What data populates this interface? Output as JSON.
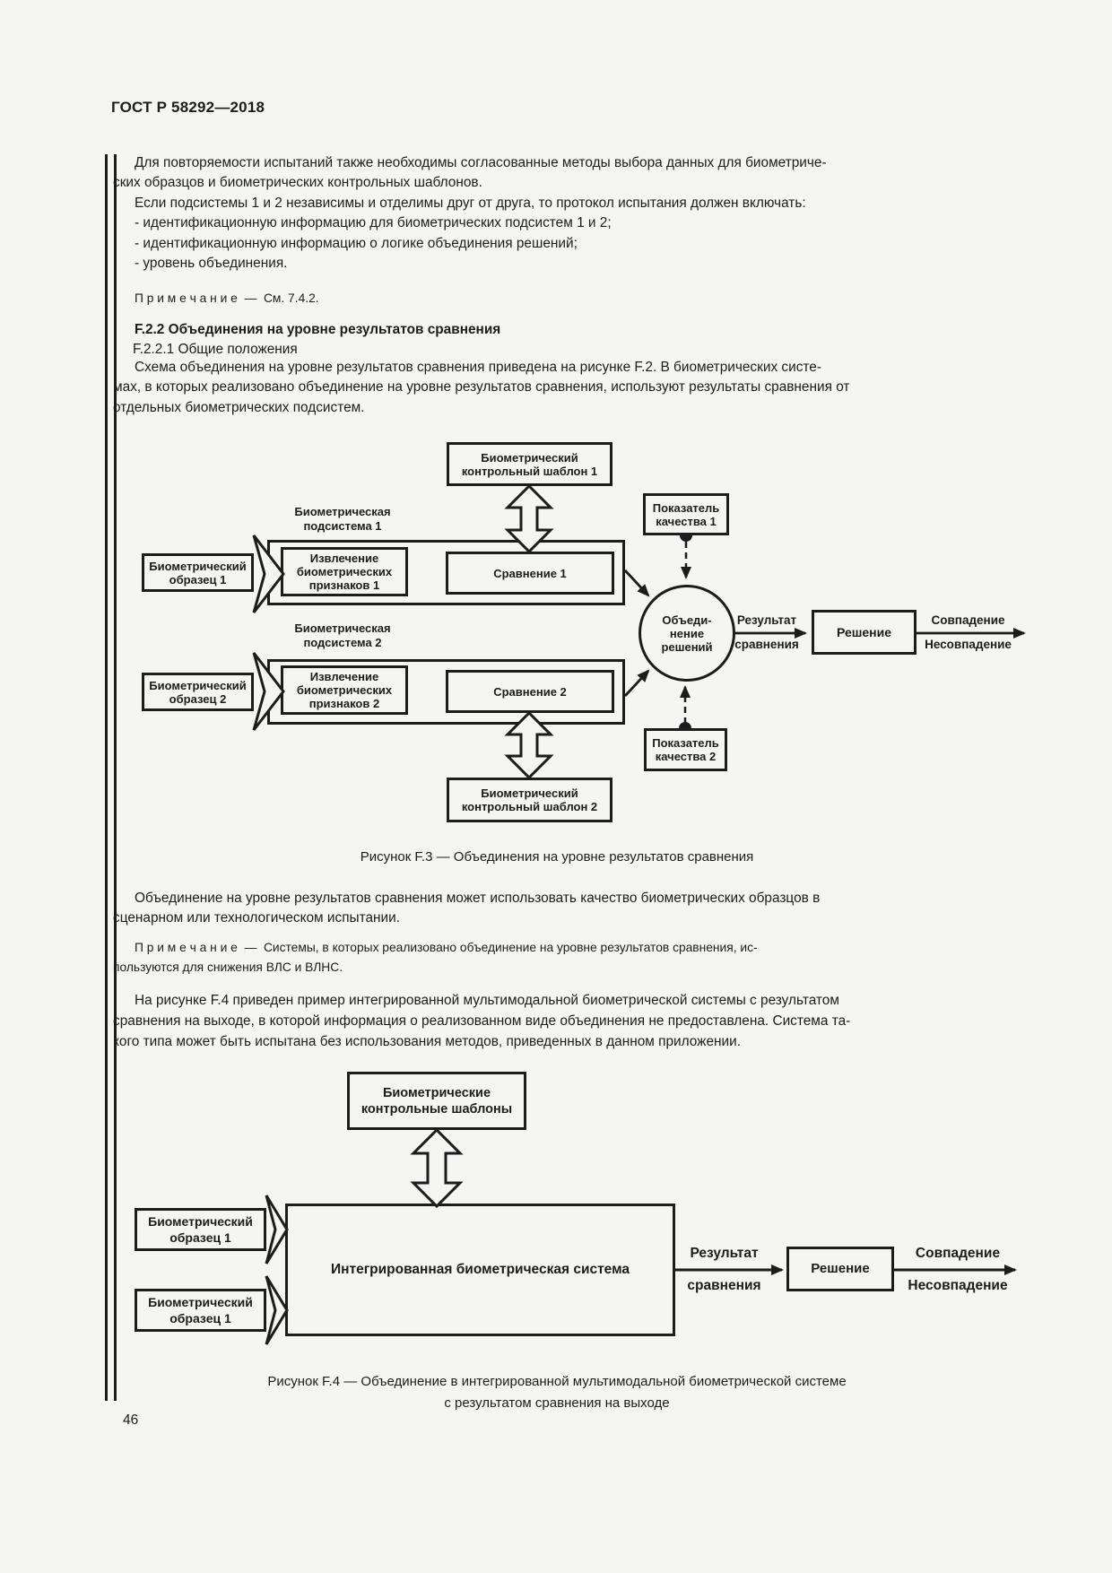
{
  "colors": {
    "paper": "#f5f5f3",
    "ink": "#1c1c1c"
  },
  "header": {
    "standard_code": "ГОСТ Р 58292—2018",
    "page_number": "46"
  },
  "text": {
    "p1": [
      "Для повторяемости испытаний также необходимы согласованные методы выбора данных для биометриче-",
      "ских образцов и биометрических контрольных шаблонов."
    ],
    "p2_and_bullets": [
      "Если подсистемы 1 и 2 независимы и отделимы друг от друга, то протокол испытания должен включать:",
      "- идентификационную информацию для биометрических подсистем 1 и 2;",
      "- идентификационную информацию о логике объединения решений;",
      "- уровень объединения."
    ],
    "note1": "П р и м е ч а н и е  —  См. 7.4.2.",
    "heading_f22": "F.2.2 Объединения на уровне результатов сравнения",
    "heading_f221": "F.2.2.1 Общие положения",
    "p3": [
      "Схема объединения на уровне результатов сравнения приведена на рисунке F.2. В биометрических систе-",
      "мах, в которых реализовано объединение на уровне результатов сравнения, используют результаты сравнения от",
      "отдельных биометрических подсистем."
    ],
    "fig3_caption": "Рисунок F.3 — Объединения на уровне результатов сравнения",
    "p4": [
      "Объединение на уровне результатов сравнения может использовать качество биометрических образцов в",
      "сценарном или технологическом испытании."
    ],
    "note2": [
      "П р и м е ч а н и е  —  Системы, в которых реализовано объединение на уровне результатов сравнения, ис-",
      "пользуются для снижения ВЛС и ВЛНС."
    ],
    "p5": [
      "На рисунке F.4 приведен пример интегрированной мультимодальной биометрической системы с результатом",
      "сравнения на выходе, в которой информация о реализованном виде объединения не предоставлена. Система та-",
      "кого типа может быть испытана без использования методов, приведенных в данном приложении."
    ],
    "fig4_caption": [
      "Рисунок F.4 — Объединение в интегрированной мультимодальной биометрической системе",
      "с результатом сравнения на выходе"
    ]
  },
  "fig3": {
    "template1": "Биометрический контрольный шаблон 1",
    "template2": "Биометрический контрольный шаблон 2",
    "subsystem1": "Биометрическая подсистема 1",
    "subsystem2": "Биометрическая подсистема 2",
    "sample1": "Биометрический образец 1",
    "sample2": "Биометрический образец 2",
    "extraction1": "Извлечение биометрических признаков 1",
    "extraction2": "Извлечение биометрических признаков 2",
    "comparison1": "Сравнение 1",
    "comparison2": "Сравнение 2",
    "quality1": "Показатель качества 1",
    "quality2": "Показатель качества 2",
    "fusion_lines": [
      "Объеди-",
      "нение",
      "решений"
    ],
    "result_line1": "Результат",
    "result_line2": "сравнения",
    "decision": "Решение",
    "match": "Совпадение",
    "nonmatch": "Несовпадение"
  },
  "fig4": {
    "templates": "Биометрические контрольные шаблоны",
    "sample_top": "Биометрический образец 1",
    "sample_bottom": "Биометрический образец 1",
    "system": "Интегрированная биометрическая система",
    "result_line1": "Результат",
    "result_line2": "сравнения",
    "decision": "Решение",
    "match": "Совпадение",
    "nonmatch": "Несовпадение"
  }
}
